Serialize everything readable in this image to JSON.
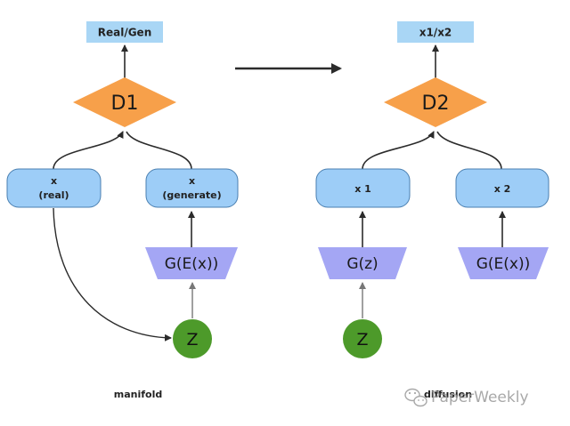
{
  "left_panel": {
    "output_label": "Real/Gen",
    "discriminator_label": "D1",
    "input_real": {
      "line1": "x",
      "line2": "(real)"
    },
    "input_generated": {
      "line1": "x",
      "line2": "(generate)"
    },
    "generator_label": "G(E(x))",
    "latent_label": "Z",
    "caption": "manifold"
  },
  "right_panel": {
    "output_label": "x1/x2",
    "discriminator_label": "D2",
    "input_1": {
      "line1": "x 1"
    },
    "input_2": {
      "line1": "x 2"
    },
    "generator_1_label": "G(z)",
    "generator_2_label": "G(E(x))",
    "latent_label": "Z",
    "caption": "diffusion"
  },
  "watermark": "PaperWeekly",
  "colors": {
    "output_box": "#a9d6f5",
    "discriminator": "#f7a04a",
    "input_box": "#9dcdf7",
    "input_border": "#4a7fb0",
    "generator": "#a4a6f4",
    "latent": "#4d9a2a",
    "arrow": "#2b2b2b"
  }
}
